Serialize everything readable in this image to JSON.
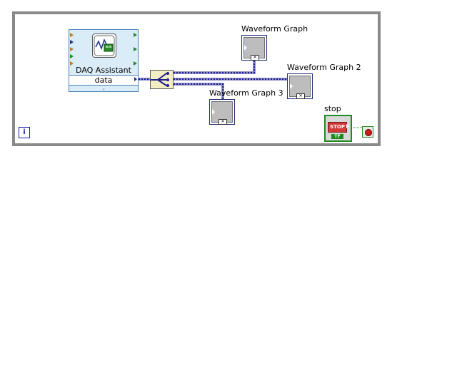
{
  "daq_assistant": {
    "title": "DAQ Assistant",
    "output_label": "data",
    "expand_glyph": "⌄",
    "icon": "daq-assistant-icon"
  },
  "splitter": {
    "icon": "split-signals-icon"
  },
  "graphs": {
    "graph1_label": "Waveform Graph",
    "graph2_label": "Waveform Graph 2",
    "graph3_label": "Waveform Graph 3"
  },
  "stop": {
    "label": "stop",
    "button_text": "STOP",
    "tf_text": "TF"
  },
  "loop": {
    "iteration_label": "i",
    "condition_icon": "stop-if-true-icon"
  },
  "colors": {
    "wire_dynamic": "#1f1f8f",
    "loop_frame": "#8a8a8a",
    "boolean_wire": "#1f8a1f"
  }
}
